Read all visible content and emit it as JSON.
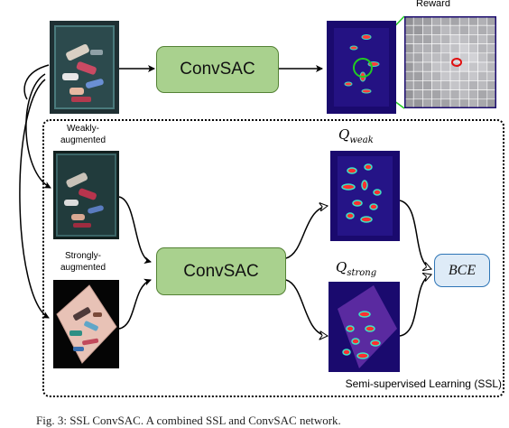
{
  "labels": {
    "reward": "Reward",
    "weak_aug": "Weakly-\naugmented",
    "strong_aug": "Strongly-\naugmented",
    "ssl": "Semi-supervised Learning (SSL)",
    "caption": "Fig. 3: SSL ConvSAC. A combined SSL and ConvSAC network."
  },
  "boxes": {
    "convsac_top": "ConvSAC",
    "convsac_mid": "ConvSAC",
    "bce": "BCE"
  },
  "q": {
    "weak_main": "Q",
    "weak_sub": "weak",
    "strong_main": "Q",
    "strong_sub": "strong"
  },
  "colors": {
    "green_fill": "#a9d18e",
    "green_border": "#548235",
    "blue_fill": "#deebf7",
    "blue_border": "#2e75b6",
    "heatmap_bg": "#1a0a6e",
    "zoom_lines": "#22cc22",
    "reward_marker": "#e01010"
  }
}
